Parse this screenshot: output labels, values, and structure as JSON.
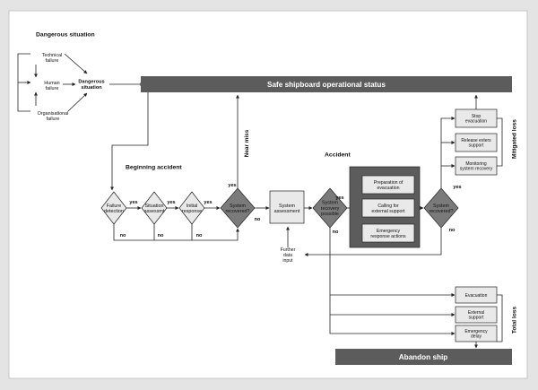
{
  "colors": {
    "page": "#ffffff",
    "background": "#e4e4e4",
    "box_fill": "#e9e9e9",
    "diamond_fill": "#7a7a7a",
    "bar_fill": "#5c5c5c",
    "text": "#111111",
    "bar_text": "#ffffff",
    "line": "#222222"
  },
  "dangerous_situation": {
    "heading": "Dangerous situation",
    "technical": [
      "Technical",
      "failure"
    ],
    "human": [
      "Human",
      "failure"
    ],
    "organisational": [
      "Organisational",
      "failure"
    ],
    "dangerous": [
      "Dangerous",
      "situation"
    ]
  },
  "bars": {
    "safe": "Safe shipboard operational status",
    "abandon": "Abandon ship"
  },
  "headings": {
    "beginning": "Beginning accident",
    "accident": "Accident",
    "near_miss": "Near miss",
    "mitigated": "Mitigated loss",
    "total": "Total loss"
  },
  "nodes": {
    "failure_detection": [
      "Failure",
      "detection"
    ],
    "situation_assessment": [
      "Situation",
      "assessmt"
    ],
    "initial_response": [
      "Initial",
      "response"
    ],
    "system_recovered_1": [
      "System",
      "recovered?"
    ],
    "system_assessment": [
      "System",
      "assessment"
    ],
    "system_recovery_possible": [
      "System",
      "recovery",
      "possible"
    ],
    "system_recovered_2": [
      "System",
      "recovered?"
    ],
    "further_data": [
      "Further",
      "data",
      "input"
    ]
  },
  "response_actions": [
    [
      "Preparation of",
      "evacuation"
    ],
    [
      "Calling for",
      "external support"
    ],
    [
      "Emergency",
      "response actions"
    ]
  ],
  "mitigated_actions": [
    [
      "Stop",
      "evacuation"
    ],
    [
      "Release exters",
      "support"
    ],
    [
      "Monitoring",
      "system recovery"
    ]
  ],
  "total_actions": [
    [
      "Evacuation"
    ],
    [
      "External",
      "support"
    ],
    [
      "Emergency",
      "delay"
    ]
  ],
  "flow_labels": {
    "yes": "yes",
    "no": "no"
  }
}
